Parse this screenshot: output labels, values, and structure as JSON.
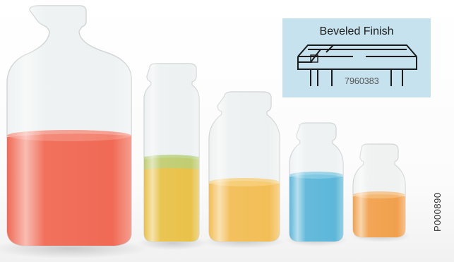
{
  "photo": {
    "vial_colors": [
      "#f06a55",
      "#e9c24a",
      "#f2be56",
      "#5db7d9",
      "#f1a14d"
    ],
    "background": "#ffffff"
  },
  "inset": {
    "title": "Beveled Finish",
    "part_number": "7960383",
    "background": "#c6e2ee"
  },
  "photo_code": "P000890"
}
